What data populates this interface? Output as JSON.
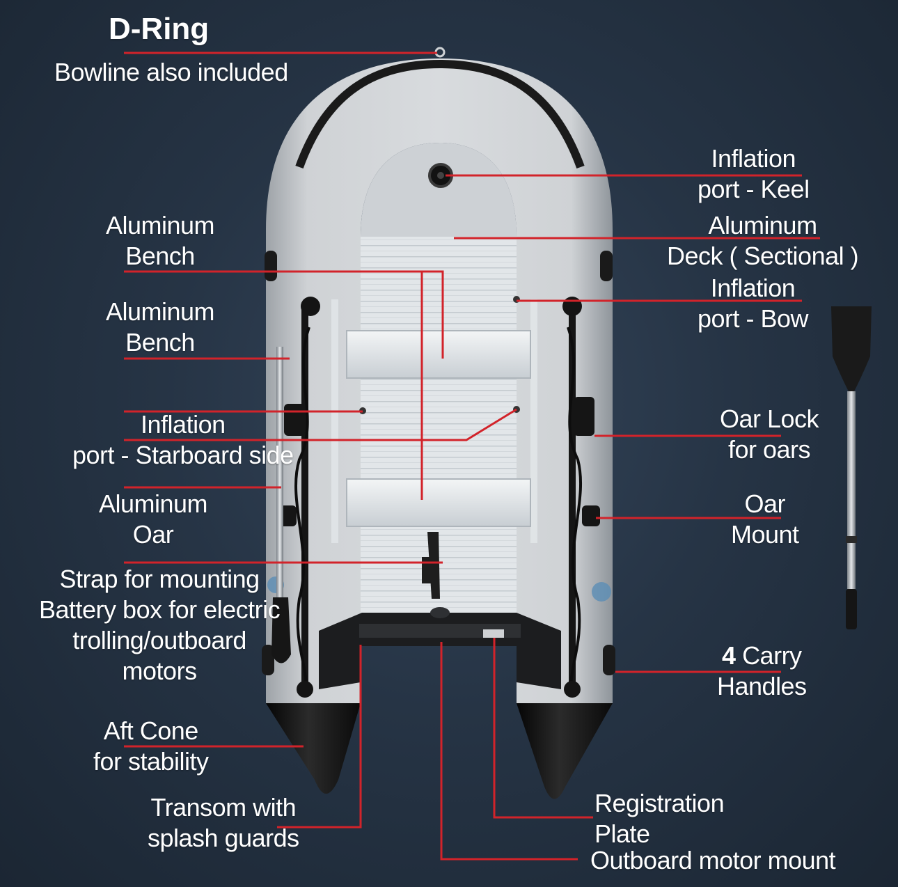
{
  "colors": {
    "background": "#263445",
    "leader_line": "#d2232a",
    "hull": "#c9ccd0",
    "cone": "#141414",
    "deck": "#dfe3e6",
    "text": "#ffffff"
  },
  "labels": {
    "d_ring": {
      "title": "D-Ring",
      "sub": "Bowline also included"
    },
    "inflation_keel": {
      "line1": "Inflation",
      "line2": "port - Keel"
    },
    "aluminum_deck": {
      "line1": "Aluminum",
      "line2": "Deck ( Sectional )"
    },
    "inflation_bow": {
      "line1": "Inflation",
      "line2": "port - Bow"
    },
    "bench_1": {
      "line1": "Aluminum",
      "line2": "Bench"
    },
    "bench_2": {
      "line1": "Aluminum",
      "line2": "Bench"
    },
    "inflation_starboard": {
      "line1": "Inflation",
      "line2": "port - Starboard side"
    },
    "aluminum_oar": {
      "line1": "Aluminum",
      "line2": "Oar"
    },
    "strap": {
      "line1": "Strap for mounting",
      "line2": "Battery box for electric",
      "line3": "trolling/outboard",
      "line4": "motors"
    },
    "oar_lock": {
      "line1": "Oar Lock",
      "line2": "for oars"
    },
    "oar_mount": {
      "line1": "Oar",
      "line2": "Mount"
    },
    "carry_handles": {
      "count": "4",
      "line1": "Carry",
      "line2": "Handles"
    },
    "aft_cone": {
      "line1": "Aft Cone",
      "line2": "for stability"
    },
    "transom": {
      "line1": "Transom with",
      "line2": "splash guards"
    },
    "registration": {
      "line1": "Registration",
      "line2": "Plate"
    },
    "outboard_mount": {
      "line1": "Outboard motor mount"
    }
  }
}
